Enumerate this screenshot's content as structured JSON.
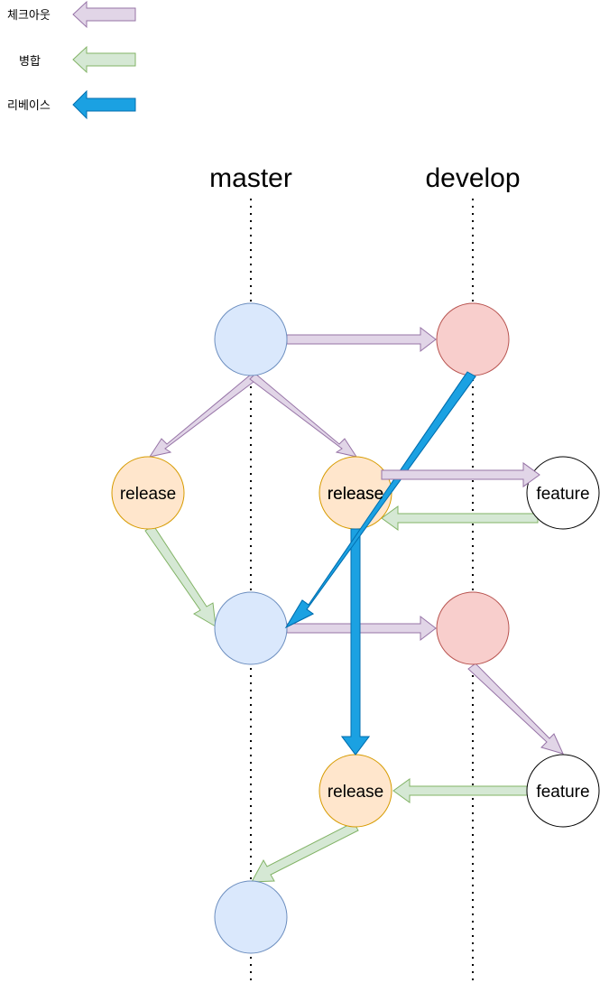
{
  "legend": [
    {
      "label": "체크아웃",
      "kind": "checkout"
    },
    {
      "label": "병합",
      "kind": "merge"
    },
    {
      "label": "리베이스",
      "kind": "rebase"
    }
  ],
  "styles": {
    "checkout": {
      "fill": "#e1d5e7",
      "stroke": "#9673a6"
    },
    "merge": {
      "fill": "#d5e8d4",
      "stroke": "#82b366"
    },
    "rebase": {
      "fill": "#1ba1e2",
      "stroke": "#006eaf"
    },
    "node_blue": {
      "fill": "#dae8fc",
      "stroke": "#6c8ebf"
    },
    "node_red": {
      "fill": "#f8cecc",
      "stroke": "#b85450"
    },
    "node_orange": {
      "fill": "#ffe6cc",
      "stroke": "#d79b00"
    },
    "node_white": {
      "fill": "#ffffff",
      "stroke": "#000000"
    }
  },
  "lanes": {
    "master": "master",
    "develop": "develop"
  },
  "nodes": {
    "master_1": {
      "label": ""
    },
    "develop_1": {
      "label": ""
    },
    "release_1": {
      "label": "release"
    },
    "release_2": {
      "label": "release"
    },
    "feature_1": {
      "label": "feature"
    },
    "master_2": {
      "label": ""
    },
    "develop_2": {
      "label": ""
    },
    "release_3": {
      "label": "release"
    },
    "feature_2": {
      "label": "feature"
    },
    "master_3": {
      "label": ""
    }
  }
}
